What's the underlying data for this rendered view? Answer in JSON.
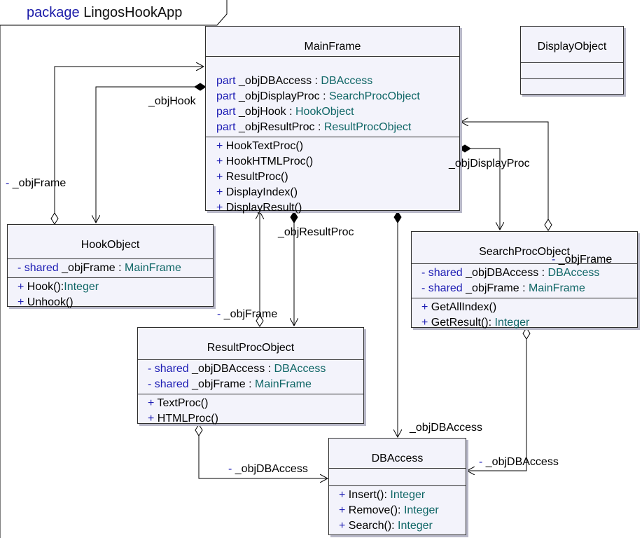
{
  "package": {
    "keyword": "package",
    "name": "LingosHookApp"
  },
  "classes": {
    "mainframe": {
      "name": "MainFrame",
      "attributes": [
        {
          "prefix": "part",
          "name": "_objDBAccess",
          "type": "DBAccess"
        },
        {
          "prefix": "part",
          "name": "_objDisplayProc",
          "type": "SearchProcObject"
        },
        {
          "prefix": "part",
          "name": "_objHook",
          "type": "HookObject"
        },
        {
          "prefix": "part",
          "name": "_objResultProc",
          "type": "ResultProcObject"
        }
      ],
      "operations": [
        {
          "vis": "+",
          "name": "HookTextProc()",
          "type": ""
        },
        {
          "vis": "+",
          "name": "HookHTMLProc()",
          "type": ""
        },
        {
          "vis": "+",
          "name": "ResultProc()",
          "type": ""
        },
        {
          "vis": "+",
          "name": "DisplayIndex()",
          "type": ""
        },
        {
          "vis": "+",
          "name": "DisplayResult()",
          "type": ""
        }
      ]
    },
    "displayobject": {
      "name": "DisplayObject"
    },
    "hookobject": {
      "name": "HookObject",
      "attributes": [
        {
          "prefix": "- shared",
          "name": "_objFrame",
          "type": "MainFrame"
        }
      ],
      "operations": [
        {
          "vis": "+",
          "name": "Hook():",
          "type": "Integer"
        },
        {
          "vis": "+",
          "name": "Unhook()",
          "type": ""
        }
      ]
    },
    "searchprocobject": {
      "name": "SearchProcObject",
      "attributes": [
        {
          "prefix": "- shared",
          "name": "_objDBAccess",
          "type": "DBAccess"
        },
        {
          "prefix": "- shared",
          "name": "_objFrame",
          "type": "MainFrame"
        }
      ],
      "operations": [
        {
          "vis": "+",
          "name": "GetAllIndex()",
          "type": ""
        },
        {
          "vis": "+",
          "name": "GetResult():",
          "type": "Integer"
        }
      ]
    },
    "resultprocobject": {
      "name": "ResultProcObject",
      "attributes": [
        {
          "prefix": "- shared",
          "name": "_objDBAccess",
          "type": "DBAccess"
        },
        {
          "prefix": "- shared",
          "name": "_objFrame",
          "type": "MainFrame"
        }
      ],
      "operations": [
        {
          "vis": "+",
          "name": "TextProc()",
          "type": ""
        },
        {
          "vis": "+",
          "name": "HTMLProc()",
          "type": ""
        }
      ]
    },
    "dbaccess": {
      "name": "DBAccess",
      "operations": [
        {
          "vis": "+",
          "name": "Insert():",
          "type": "Integer"
        },
        {
          "vis": "+",
          "name": "Remove():",
          "type": "Integer"
        },
        {
          "vis": "+",
          "name": "Search():",
          "type": "Integer"
        }
      ]
    }
  },
  "edge_labels": {
    "objhook": {
      "vis": "",
      "text": "_objHook"
    },
    "hook_objframe": {
      "vis": "-",
      "text": "_objFrame"
    },
    "objdisplayproc": {
      "vis": "",
      "text": "_objDisplayProc"
    },
    "objresultproc": {
      "vis": "",
      "text": "_objResultProc"
    },
    "result_objframe": {
      "vis": "-",
      "text": "_objFrame"
    },
    "search_objframe": {
      "vis": "-",
      "text": "_objFrame"
    },
    "main_objdbaccess": {
      "vis": "",
      "text": "_objDBAccess"
    },
    "result_objdbaccess": {
      "vis": "-",
      "text": "_objDBAccess"
    },
    "search_objdbaccess": {
      "vis": "-",
      "text": "_objDBAccess"
    }
  }
}
